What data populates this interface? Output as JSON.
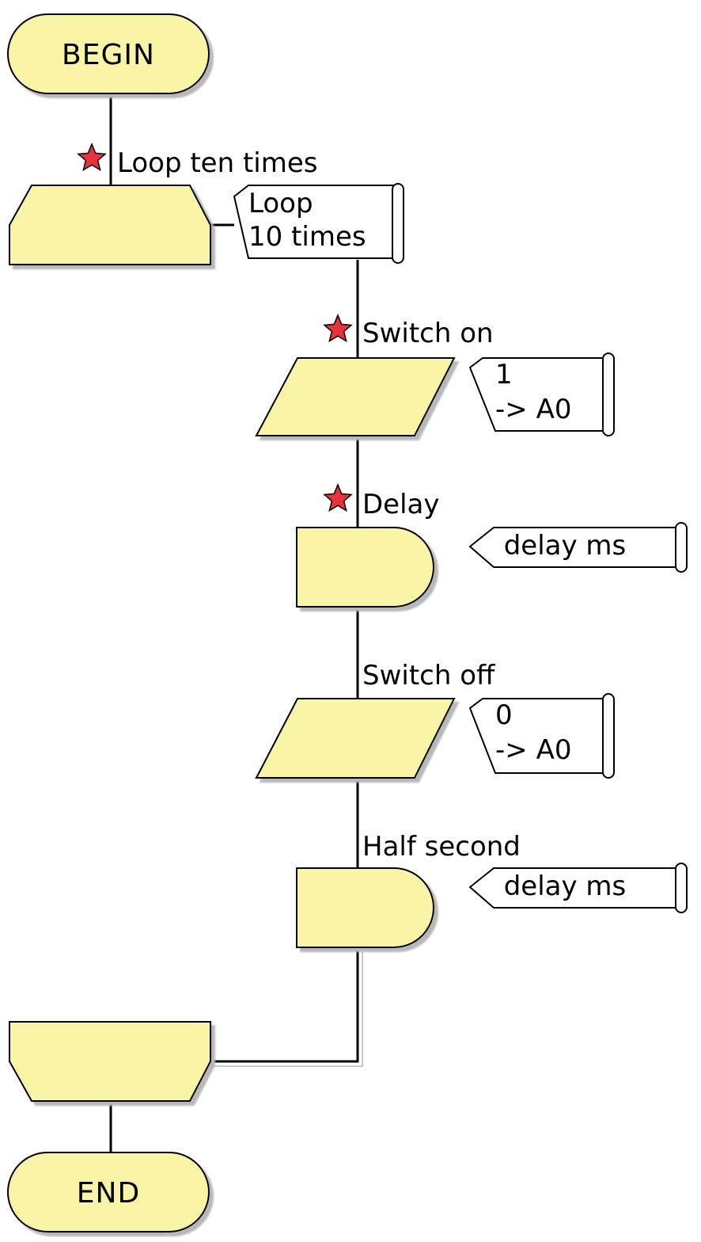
{
  "colors": {
    "shape_fill": "#f9f4a6",
    "stroke": "#000000",
    "shadow": "#b8b8b8",
    "star": "#e8323c",
    "note_fill": "#ffffff"
  },
  "begin": {
    "label": "BEGIN"
  },
  "end": {
    "label": "END"
  },
  "loop": {
    "label": "Loop ten times",
    "starred": true,
    "note_lines": [
      "Loop",
      "10 times"
    ]
  },
  "steps": [
    {
      "type": "output",
      "label": "Switch on",
      "starred": true,
      "note_lines": [
        "1",
        "-> A0"
      ]
    },
    {
      "type": "delay",
      "label": "Delay",
      "starred": true,
      "note_lines": [
        "delay ms"
      ]
    },
    {
      "type": "output",
      "label": "Switch off",
      "starred": false,
      "note_lines": [
        "0",
        "-> A0"
      ]
    },
    {
      "type": "delay",
      "label": "Half second",
      "starred": false,
      "note_lines": [
        "delay ms"
      ]
    }
  ],
  "icons": {
    "star": "star-icon"
  }
}
